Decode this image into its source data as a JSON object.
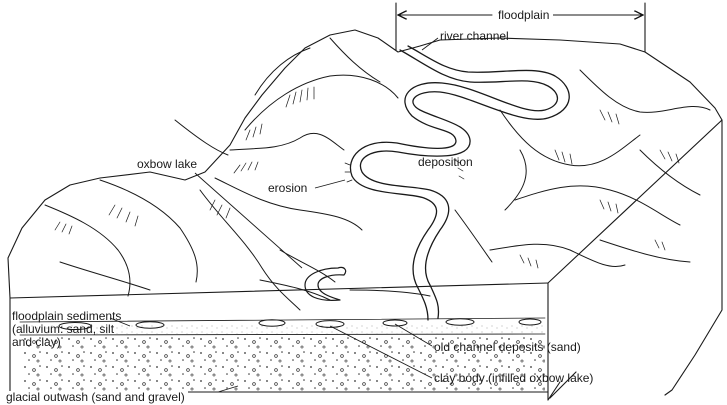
{
  "labels": {
    "floodplain": "floodplain",
    "river_channel": "river channel",
    "oxbow_lake": "oxbow lake",
    "deposition": "deposition",
    "erosion": "erosion",
    "floodplain_sediments": "floodplain sediments (alluvium: sand, silt and clay)",
    "old_channel_deposits": "old channel deposits (sand)",
    "clay_body": "clay body (infilled oxbow lake)",
    "glacial_outwash": "glacial outwash (sand and gravel)"
  }
}
